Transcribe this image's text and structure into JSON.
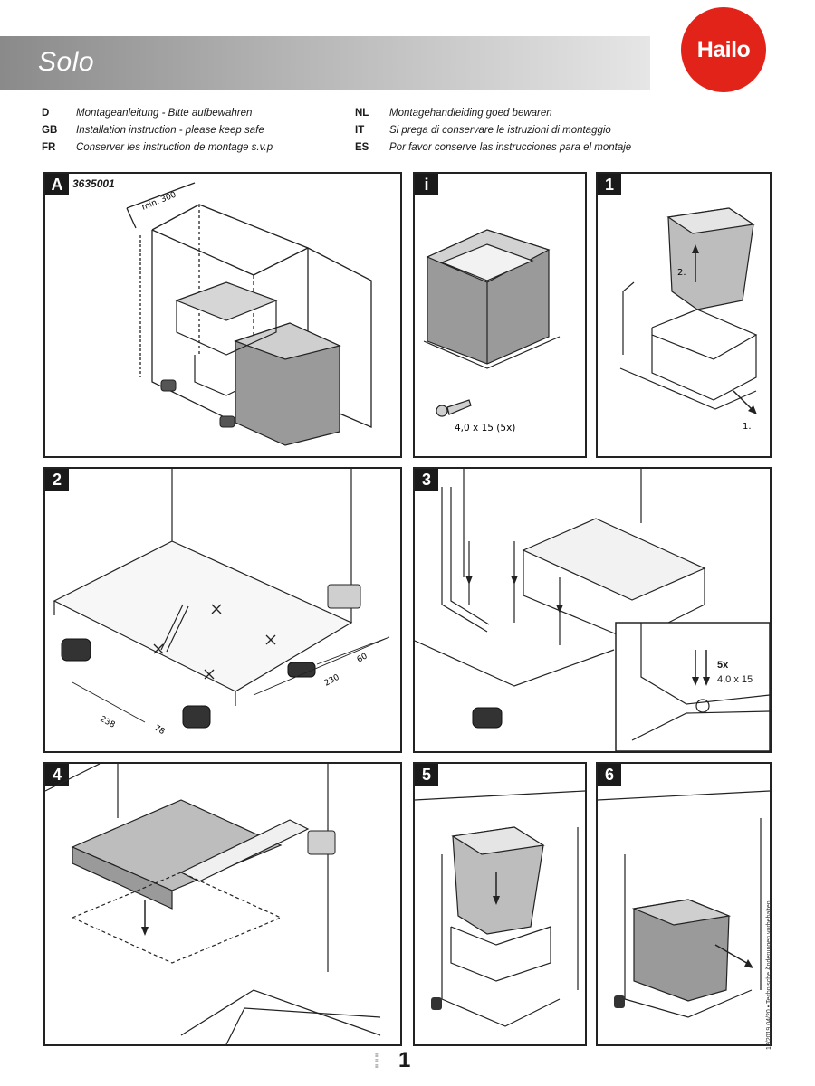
{
  "header": {
    "title": "Solo",
    "logo_text": "Hailo"
  },
  "languages": [
    {
      "code": "D",
      "text": "Montageanleitung - Bitte aufbewahren"
    },
    {
      "code": "GB",
      "text": "Installation instruction - please keep safe"
    },
    {
      "code": "FR",
      "text": "Conserver les instruction de montage s.v.p"
    },
    {
      "code": "NL",
      "text": "Montagehandleiding goed bewaren"
    },
    {
      "code": "IT",
      "text": "Si prega di conservare le istruzioni di montaggio"
    },
    {
      "code": "ES",
      "text": "Por favor conserve las instrucciones para el montaje"
    }
  ],
  "panels": {
    "a": {
      "badge": "A",
      "code": "3635001",
      "dim_label": "min. 300"
    },
    "i": {
      "badge": "i",
      "screw_label": "4,0 x 15 (5x)"
    },
    "p1": {
      "badge": "1",
      "step_a": "2.",
      "step_b": "1."
    },
    "p2": {
      "badge": "2",
      "dim_a": "60",
      "dim_b": "230",
      "dim_c": "238",
      "dim_d": "78"
    },
    "p3": {
      "badge": "3",
      "inset_count": "5x",
      "inset_size": "4,0 x 15"
    },
    "p4": {
      "badge": "4"
    },
    "p5": {
      "badge": "5"
    },
    "p6": {
      "badge": "6"
    }
  },
  "footer": {
    "page_number": "1",
    "side_note": "12/2019 04/20 • Technische Änderungen vorbehalten"
  },
  "colors": {
    "brand_red": "#e2231a",
    "bin_gray": "#9a9a9a",
    "line": "#222222"
  }
}
